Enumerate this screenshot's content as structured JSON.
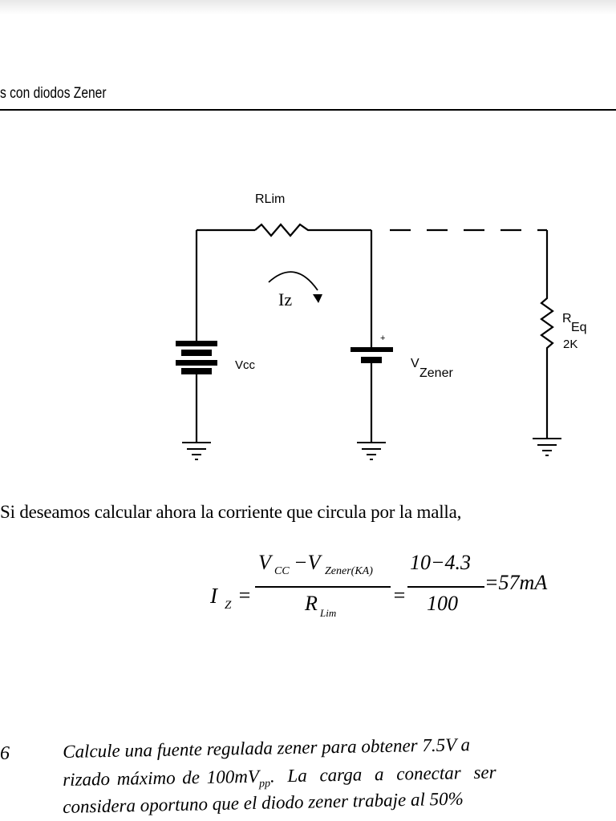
{
  "header": {
    "title": "s con diodos Zener"
  },
  "circuit": {
    "r_lim_label": "RLim",
    "current_label": "Iz",
    "vcc_label": "Vcc",
    "vzener_main": "V",
    "vzener_sub": "Zener",
    "plus_sign": "+",
    "req_main": "R",
    "req_sub": "Eq",
    "req_value": "2K"
  },
  "body": {
    "paragraph": "Si deseamos calcular ahora la corriente que circula por la malla,"
  },
  "formula": {
    "lhs": "I",
    "lhs_sub": "Z",
    "eq1": "=",
    "num_v1": "V",
    "num_v1_sub": "CC",
    "num_minus": "−V",
    "num_v2_sub": "Zener(KA)",
    "den": "R",
    "den_sub": "Lim",
    "eq2": "=",
    "num2": "10−4.3",
    "den2": "100",
    "result": "=57mA"
  },
  "exercise": {
    "number": "6",
    "line1": "Calcule una fuente regulada zener para obtener 7.5V a",
    "line2": "rizado máximo de 100mV",
    "line2_sub": "pp",
    "line2_rest": ". La carga a conectar ser",
    "line3": "considera oportuno que el diodo zener trabaje al 50%"
  }
}
